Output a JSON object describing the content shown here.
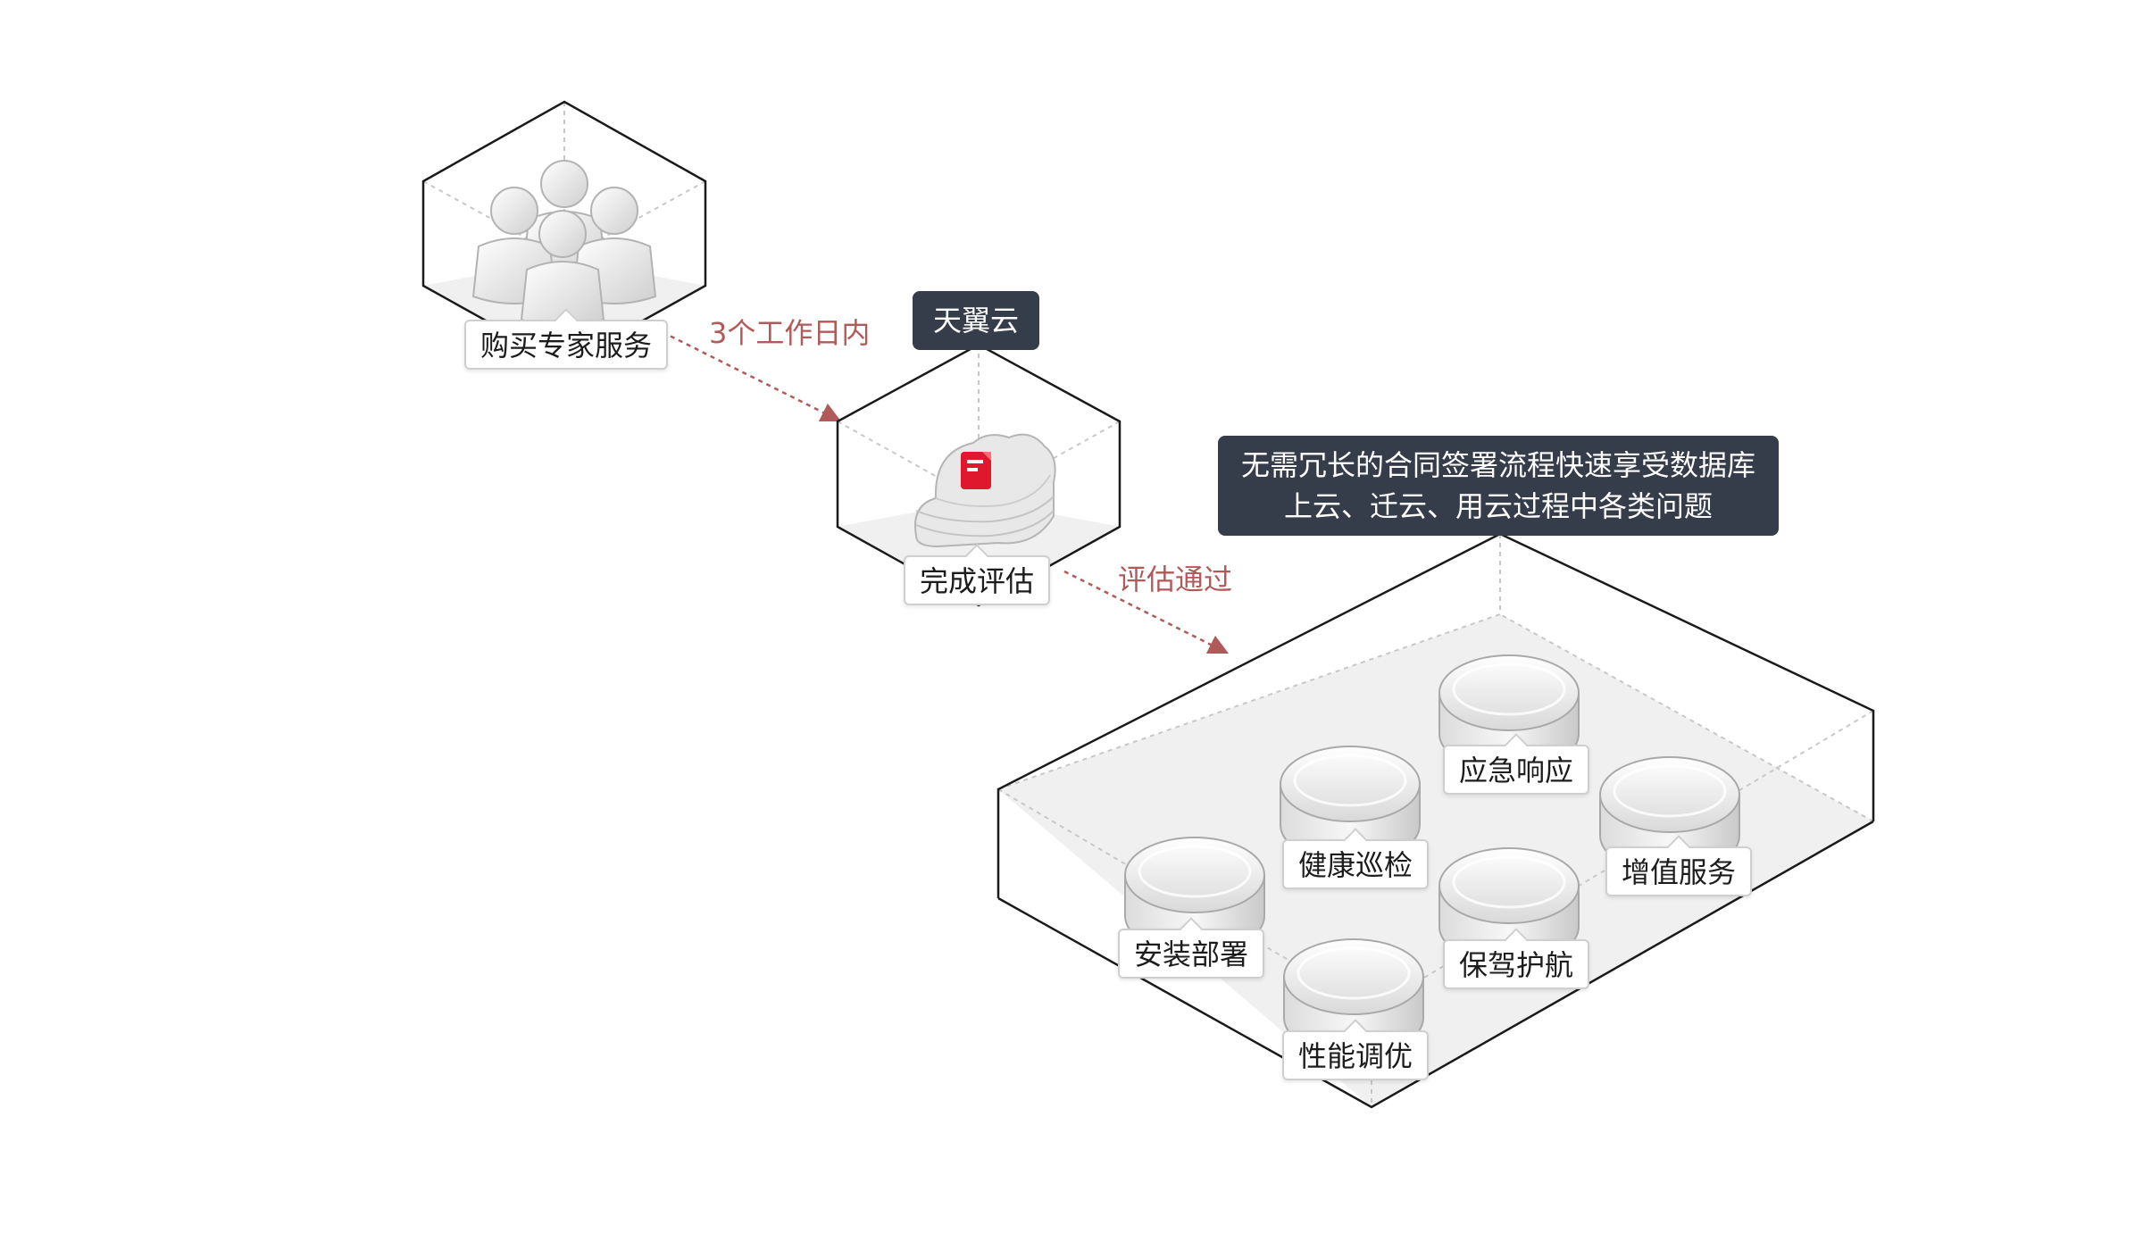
{
  "colors": {
    "accent": "#b05a59",
    "dark_box": "#353d4a",
    "brand_red": "#e0182d",
    "outline": "#1a1a1a"
  },
  "step_expert": {
    "label": "购买专家服务",
    "icon": "people-group-icon"
  },
  "arrow_1": {
    "label": "3个工作日内"
  },
  "step_assess": {
    "badge": "天翼云",
    "label": "完成评估",
    "icon": "cloud-database-icon"
  },
  "arrow_2": {
    "label": "评估通过"
  },
  "service_platform": {
    "title_line_1": "无需冗长的合同签署流程快速享受数据库",
    "title_line_2": "上云、迁云、用云过程中各类问题",
    "services": [
      {
        "label": "应急响应",
        "icon": "disc-icon"
      },
      {
        "label": "健康巡检",
        "icon": "disc-icon"
      },
      {
        "label": "增值服务",
        "icon": "disc-icon"
      },
      {
        "label": "安装部署",
        "icon": "disc-icon"
      },
      {
        "label": "保驾护航",
        "icon": "disc-icon"
      },
      {
        "label": "性能调优",
        "icon": "disc-icon"
      }
    ]
  }
}
